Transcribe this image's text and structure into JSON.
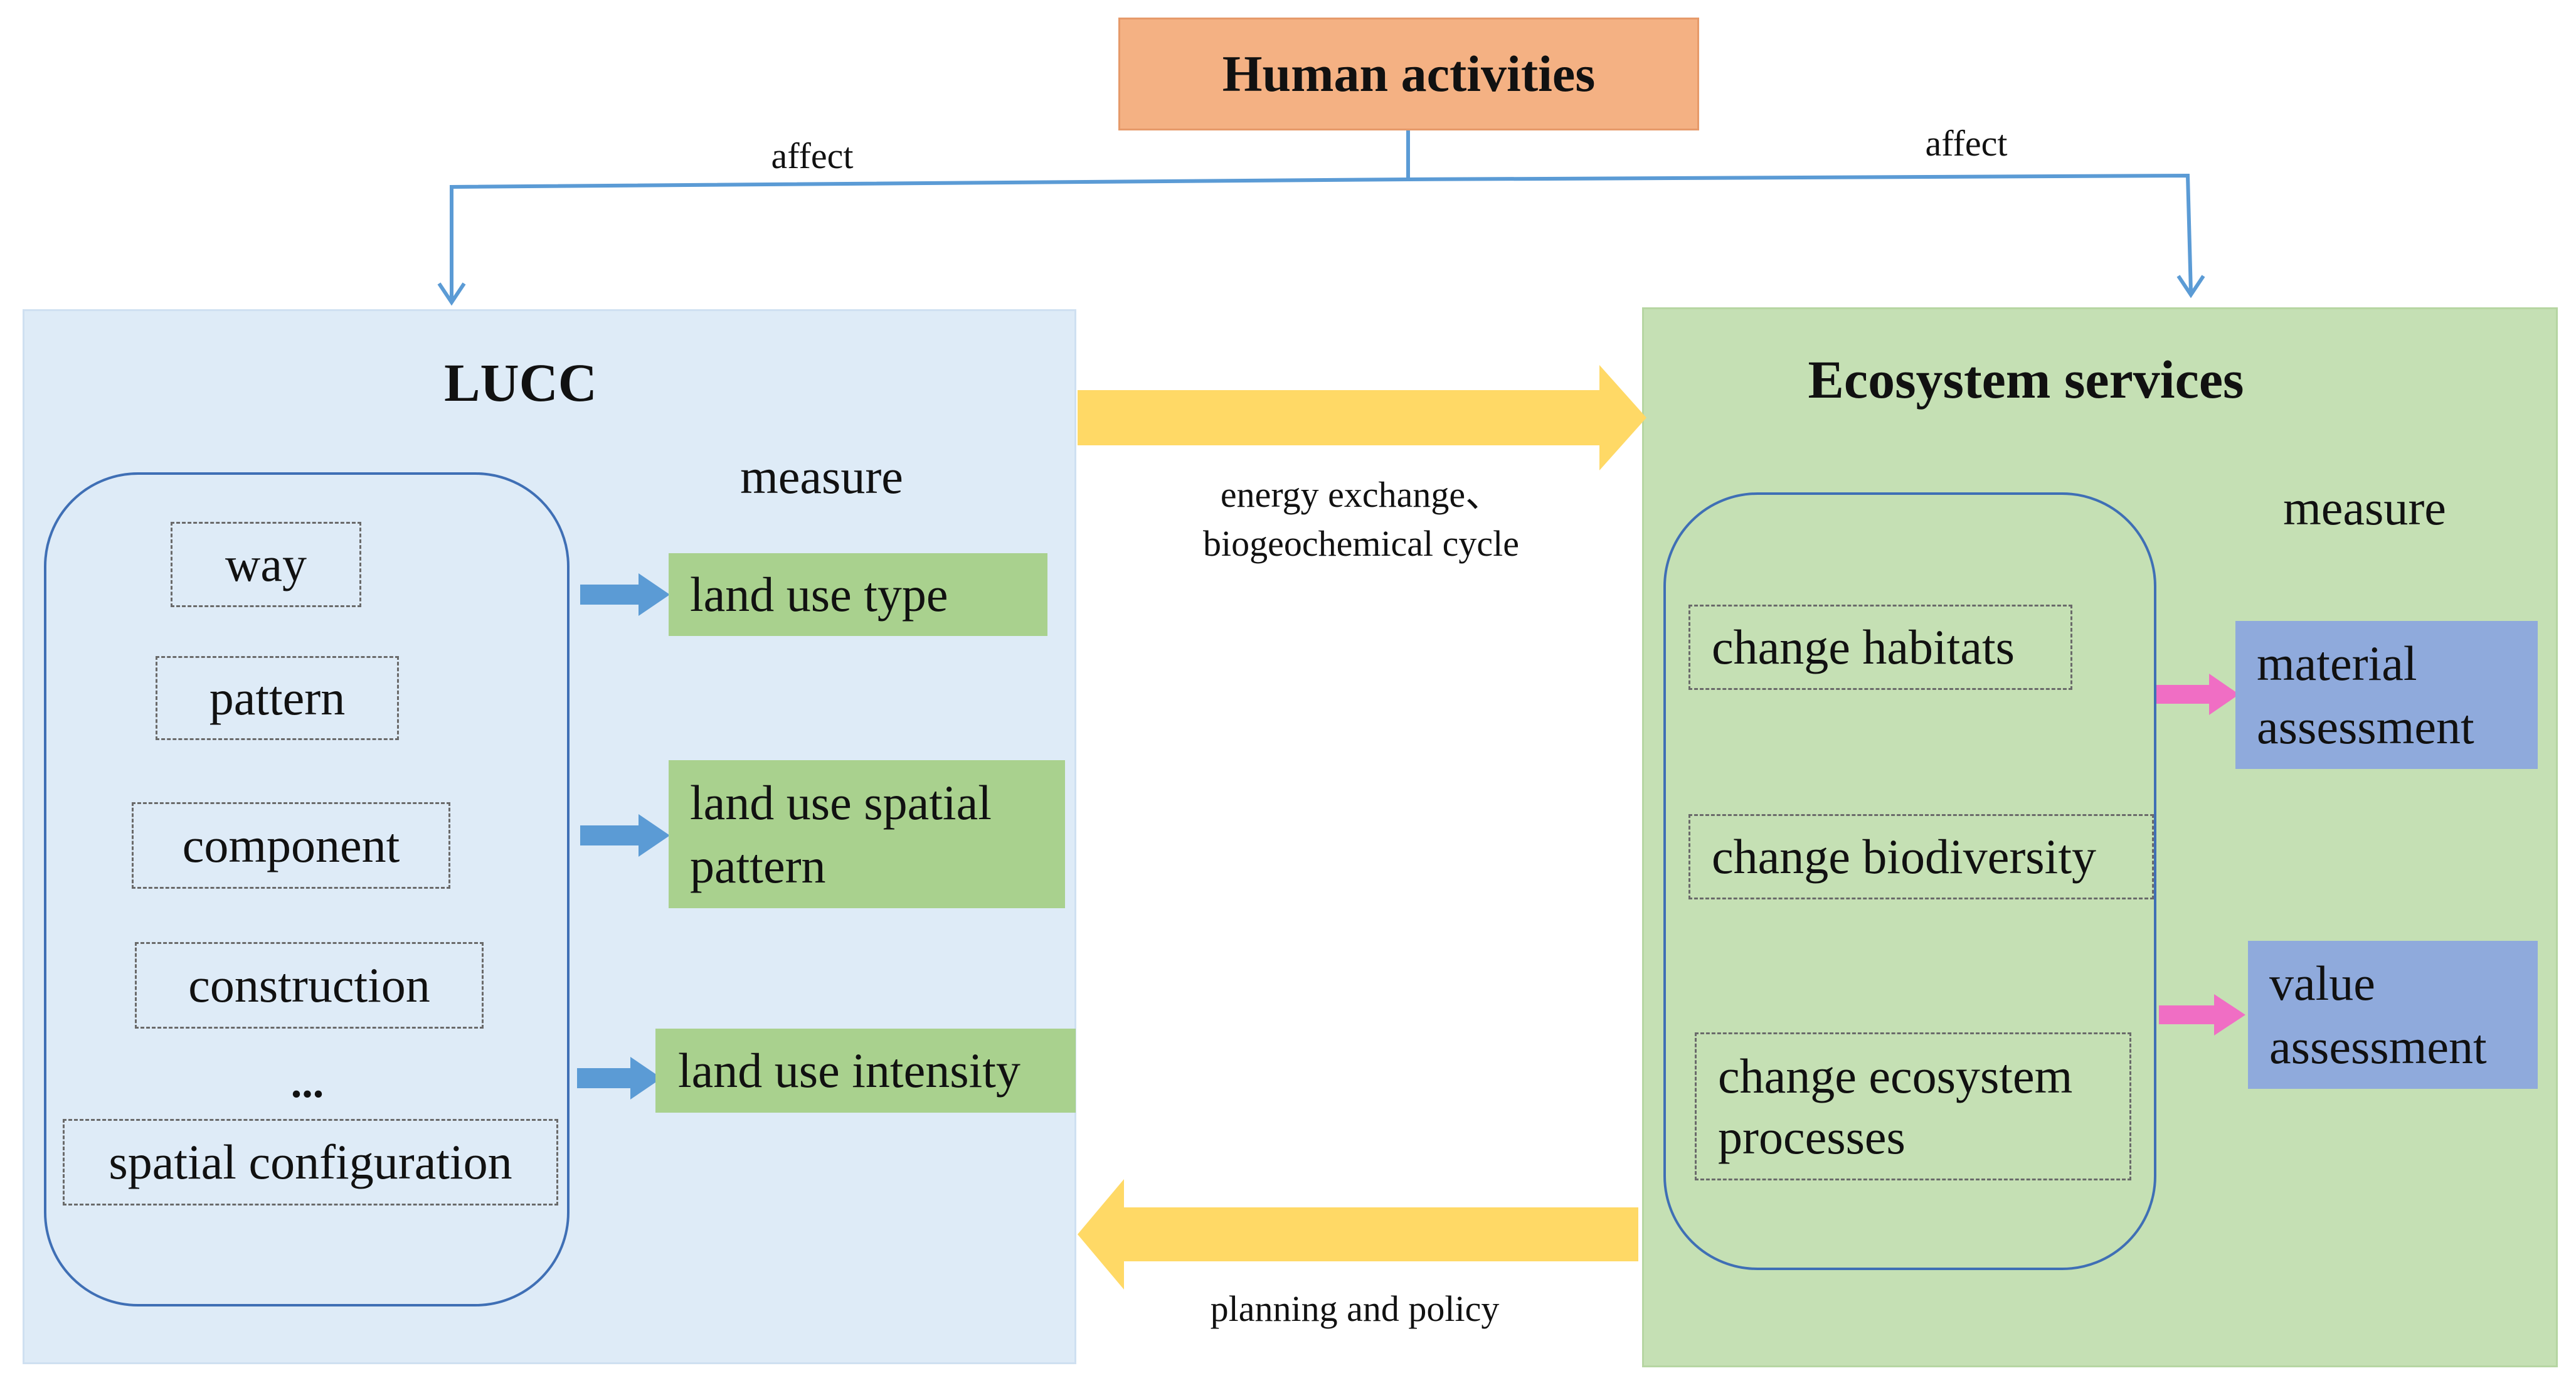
{
  "top": {
    "title": "Human activities",
    "affect_left": "affect",
    "affect_right": "affect"
  },
  "lucc": {
    "title": "LUCC",
    "measure": "measure",
    "factors": [
      "way",
      "pattern",
      "component",
      "construction",
      "...",
      "spatial configuration"
    ],
    "measures": [
      "land use type",
      "land use spatial pattern",
      "land use intensity"
    ]
  },
  "ecosystem": {
    "title": "Ecosystem services",
    "measure": "measure",
    "changes": [
      "change habitats",
      "change biodiversity",
      "change ecosystem processes"
    ],
    "assessments": [
      "material assessment",
      "value assessment"
    ]
  },
  "flows": {
    "forward_label_line1": "energy exchange、",
    "forward_label_line2": "biogeochemical cycle",
    "backward_label": "planning and policy"
  },
  "colors": {
    "human_box": "#f4b183",
    "lucc_panel": "#deebf7",
    "ecosystem_panel": "#c5e0b4",
    "measure_box_green": "#a9d18e",
    "assessment_box_blue": "#8faadc",
    "flow_arrow": "#ffd966",
    "lucc_arrow": "#5b9bd5",
    "ecosystem_arrow": "#f06ec4",
    "connector_line": "#5b9bd5"
  }
}
